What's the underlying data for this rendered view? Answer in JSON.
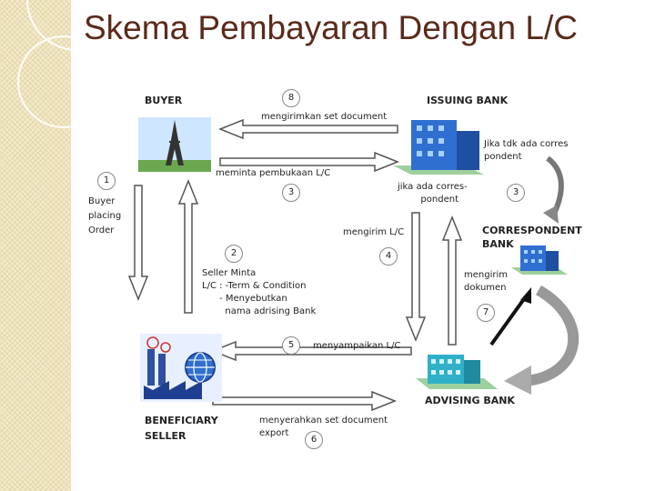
{
  "slide": {
    "title": "Skema Pembayaran Dengan L/C"
  },
  "colors": {
    "sidebar": "#f3e9c8",
    "title": "#5a2a1a",
    "building": "#2f6fd0",
    "arrow_fill": "#ffffff",
    "arrow_stroke": "#555555"
  },
  "parties": {
    "buyer": "BUYER",
    "issuing_bank": "ISSUING BANK",
    "correspondent_bank": "CORRESPONDENT\nBANK",
    "advising_bank": "ADVISING BANK",
    "beneficiary": "BENEFICIARY\nSELLER"
  },
  "icons": {
    "buyer": "eiffel-tower-icon",
    "issuing_bank": "office-building-icon",
    "correspondent_bank": "office-building-icon",
    "advising_bank": "office-building-icon",
    "beneficiary": "factory-globe-icon"
  },
  "steps": [
    {
      "n": "1",
      "text": "Buyer\nplacing\nOrder"
    },
    {
      "n": "2",
      "text": "Seller Minta\nL/C : -Term & Condition\n      - Menyebutkan\n        nama adrising Bank"
    },
    {
      "n": "3",
      "text": "meminta pembukaan L/C"
    },
    {
      "n": "3",
      "text": "Jika tdk ada corres\npondent"
    },
    {
      "n": "4",
      "text": "mengirim L/C"
    },
    {
      "n": "5",
      "text": "menyampaikan L/C"
    },
    {
      "n": "6",
      "text": "menyerahkan set document\nexport"
    },
    {
      "n": "7",
      "text": "mengirim\ndokumen"
    },
    {
      "n": "8",
      "text": "mengirimkan set document"
    }
  ],
  "notes": {
    "jika_ada": "jika ada corres-\n        pondent"
  }
}
